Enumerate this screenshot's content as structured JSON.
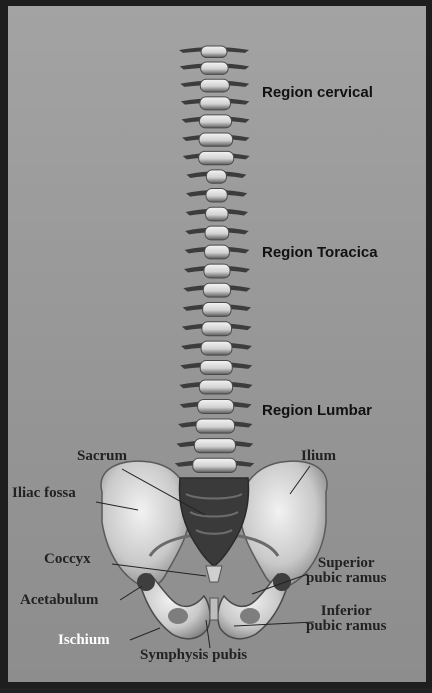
{
  "figure": {
    "regions": {
      "cervical": "Region cervical",
      "thoracic": "Region Toracica",
      "lumbar": "Region Lumbar"
    },
    "labels": {
      "sacrum": "Sacrum",
      "ilium": "Ilium",
      "iliac_fossa": "Iliac fossa",
      "coccyx": "Coccyx",
      "superior_pubic_ramus_line1": "Superior",
      "superior_pubic_ramus_line2": "pubic ramus",
      "acetabulum": "Acetabulum",
      "inferior_pubic_ramus_line1": "Inferior",
      "inferior_pubic_ramus_line2": "pubic ramus",
      "ischium": "Ischium",
      "symphysis_pubis": "Symphysis pubis"
    },
    "colors": {
      "frame": "#222222",
      "panel": "#9a9a9a",
      "bone": "#d8d8d8",
      "bone_shadow": "#6a6a6a",
      "label_dark": "#111111",
      "label_highlight": "#ffffff"
    }
  }
}
